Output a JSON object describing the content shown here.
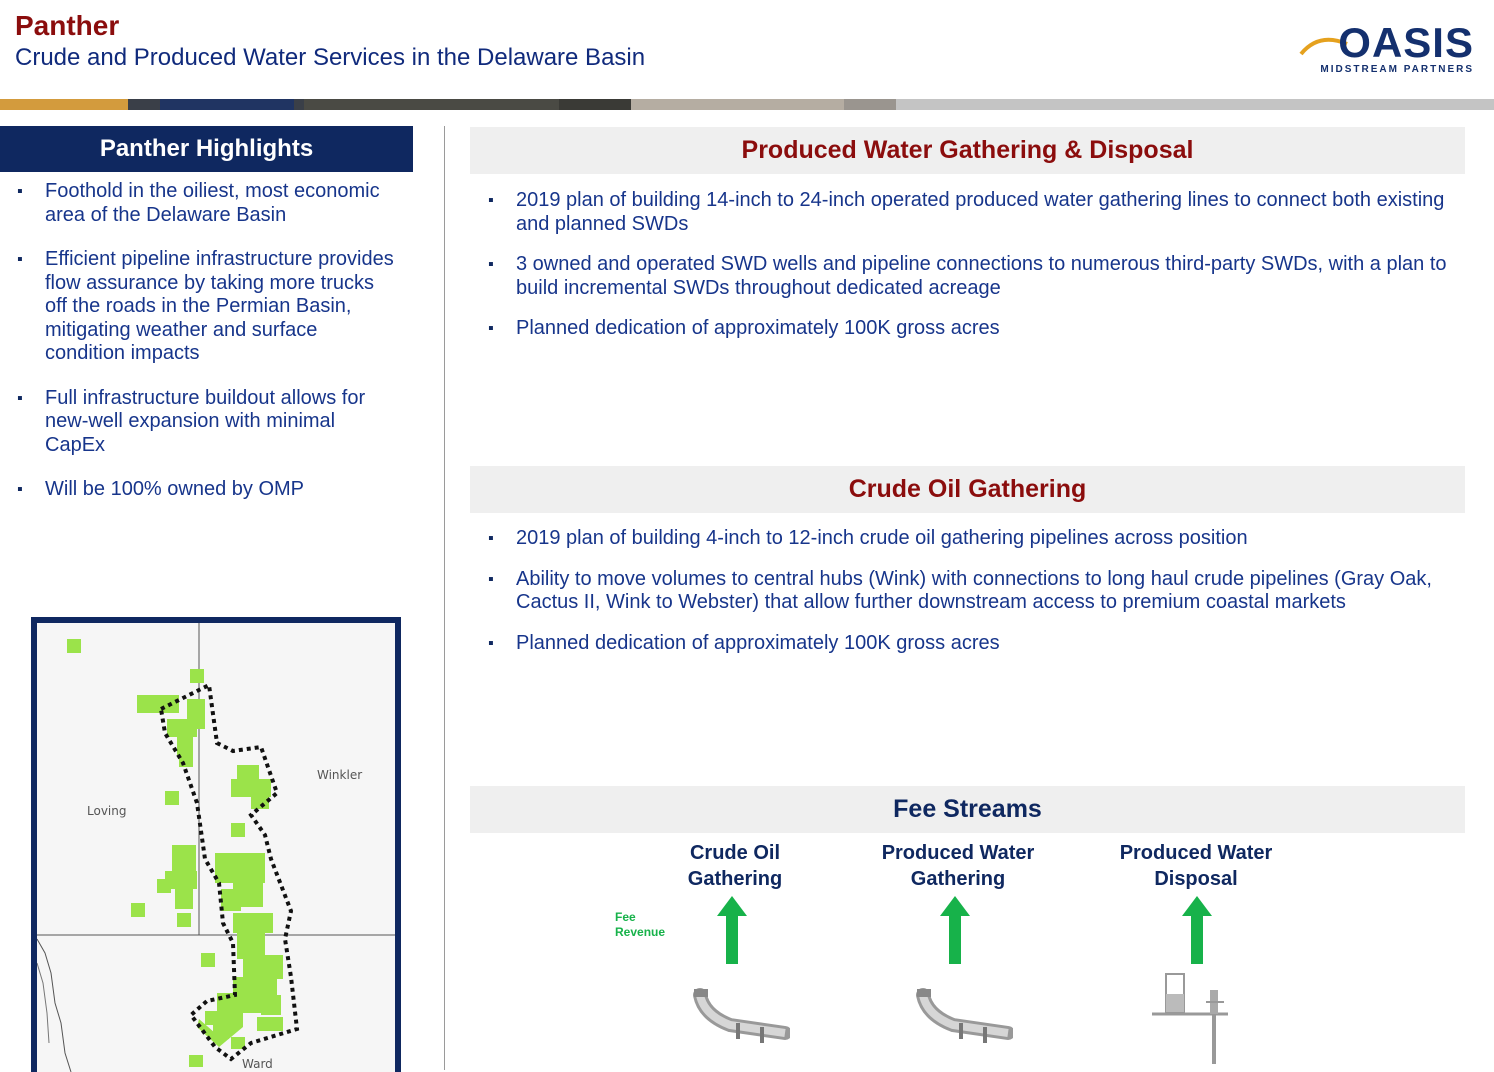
{
  "header": {
    "title": "Panther",
    "subtitle": "Crude and Produced Water Services in the Delaware Basin",
    "logo_word": "OASIS",
    "logo_sub": "MIDSTREAM PARTNERS"
  },
  "colors": {
    "title_red": "#8b0d0d",
    "navy": "#0f2860",
    "text_blue": "#17358b",
    "acreage_green": "#9be34a",
    "arrow_green": "#17b24a"
  },
  "highlights": {
    "title": "Panther Highlights",
    "items": [
      "Foothold in the oiliest, most economic area of the Delaware Basin",
      "Efficient pipeline infrastructure provides flow assurance by taking more trucks off the roads in the Permian Basin, mitigating weather and surface condition impacts",
      "Full infrastructure buildout allows for new-well expansion with minimal CapEx",
      "Will be 100% owned by OMP"
    ]
  },
  "map": {
    "labels": {
      "loving": "Loving",
      "winkler": "Winkler",
      "ward": "Ward"
    }
  },
  "water": {
    "title": "Produced Water Gathering & Disposal",
    "items": [
      "2019 plan of building 14-inch to 24-inch operated produced water gathering lines to connect both existing and planned SWDs",
      "3 owned and operated SWD wells and pipeline connections to numerous third-party SWDs, with a plan to build incremental SWDs throughout dedicated acreage",
      "Planned dedication of approximately 100K gross acres"
    ]
  },
  "crude": {
    "title": "Crude Oil Gathering",
    "items": [
      "2019 plan of building 4-inch to 12-inch crude oil gathering pipelines across position",
      "Ability to move volumes to central hubs (Wink) with connections to long haul crude pipelines (Gray Oak, Cactus II, Wink to Webster) that allow further downstream access to premium coastal markets",
      "Planned dedication of approximately 100K gross acres"
    ]
  },
  "fees": {
    "title": "Fee Streams",
    "revenue_label": "Fee Revenue",
    "streams": [
      {
        "label": "Crude Oil Gathering",
        "icon": "pipeline-icon"
      },
      {
        "label": "Produced Water Gathering",
        "icon": "pipeline-icon"
      },
      {
        "label": "Produced Water Disposal",
        "icon": "disposal-well-icon"
      }
    ]
  }
}
